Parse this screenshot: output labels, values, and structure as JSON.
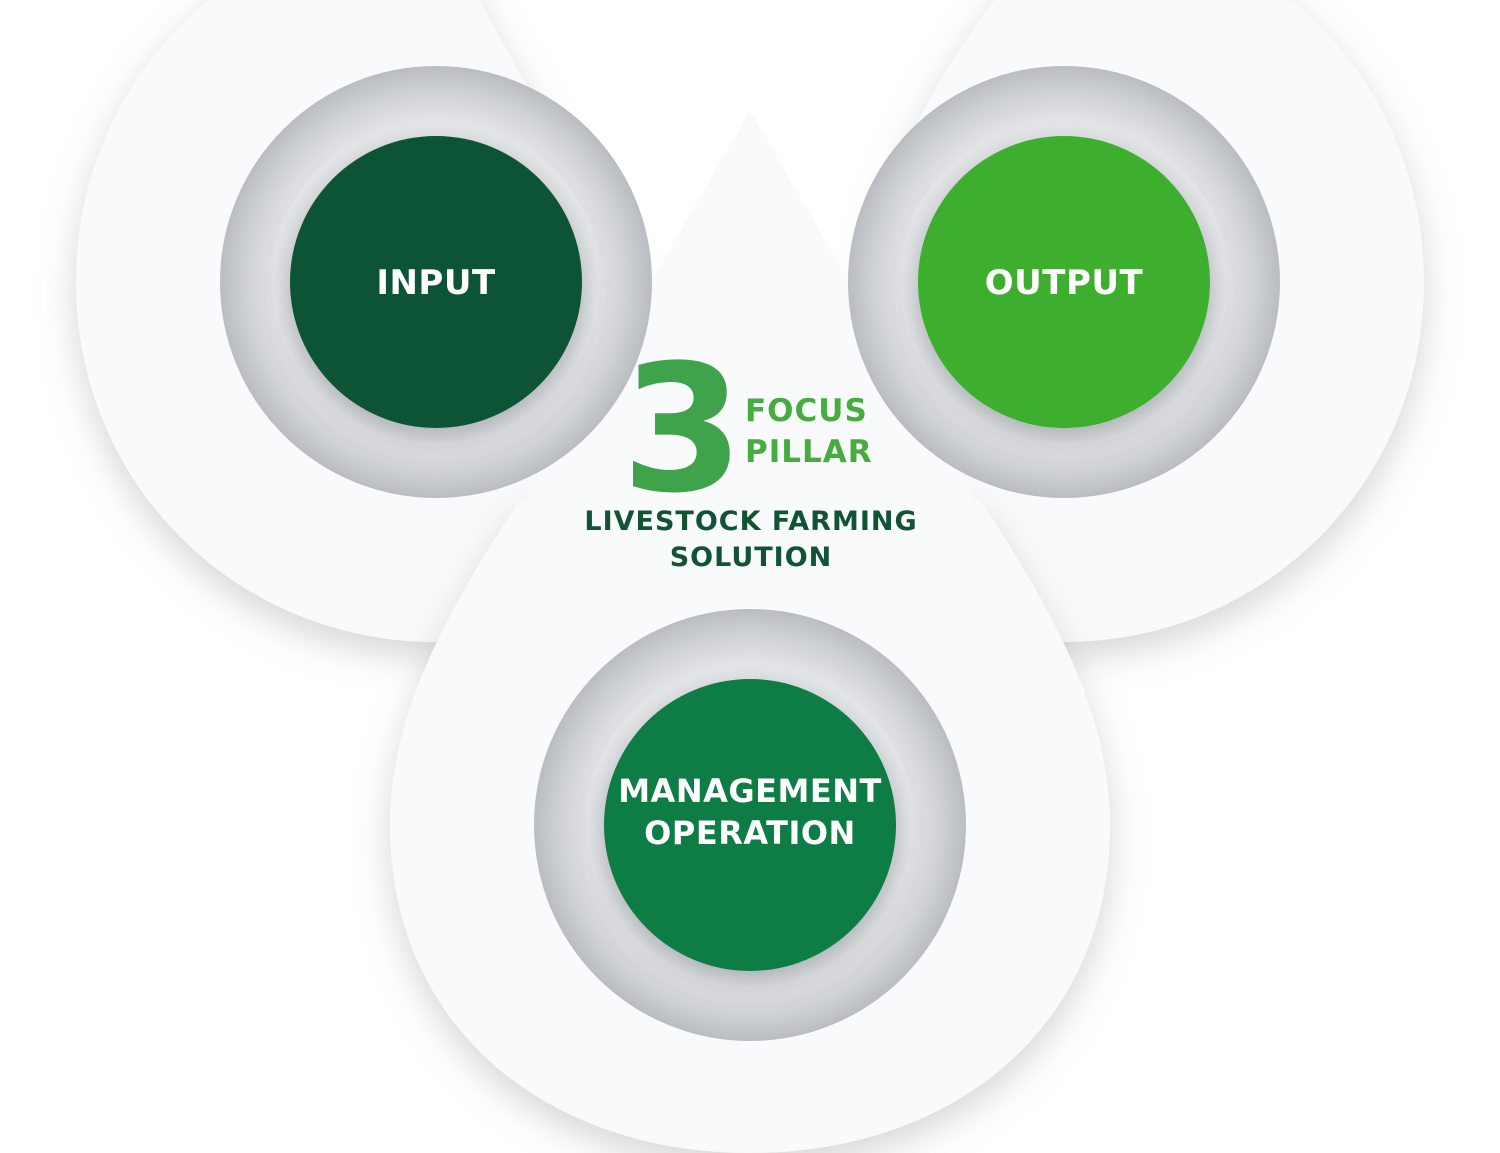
{
  "center": {
    "number": "3",
    "line1": "FOCUS",
    "line2": "PILLAR",
    "subtitle_line1": "LIVESTOCK FARMING",
    "subtitle_line2": "SOLUTION"
  },
  "pillars": [
    {
      "id": "input",
      "label_lines": [
        "INPUT"
      ],
      "color": "#115335"
    },
    {
      "id": "output",
      "label_lines": [
        "OUTPUT"
      ],
      "color": "#3dae2f"
    },
    {
      "id": "management",
      "label_lines": [
        "MANAGEMENT",
        "OPERATION"
      ],
      "color": "#0d7b45"
    }
  ],
  "colors": {
    "number_green": "#3ea34b",
    "focus_green": "#45ad3d",
    "subtitle_green": "#115335",
    "shape_fill": "#f9fafb",
    "page_background": "#ffffff"
  }
}
